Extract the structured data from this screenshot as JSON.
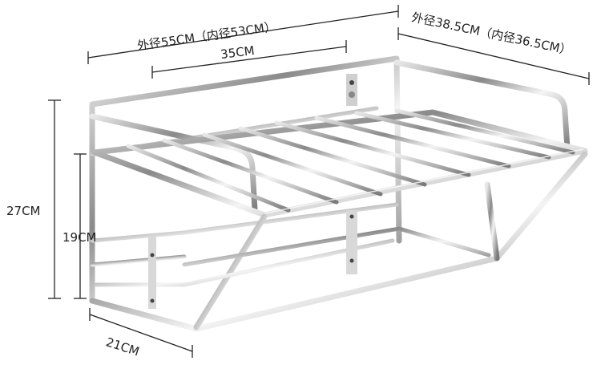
{
  "dimensions": {
    "outer_width": "外径55CM（内径53CM）",
    "inner_span": "35CM",
    "outer_depth": "外径38.5CM（内径36.5CM）",
    "total_height": "27CM",
    "lower_height": "19CM",
    "bottom_depth": "21CM"
  },
  "colors": {
    "steel_light": "#f2f2f2",
    "steel_dark": "#7a7a7a",
    "text": "#222222"
  }
}
